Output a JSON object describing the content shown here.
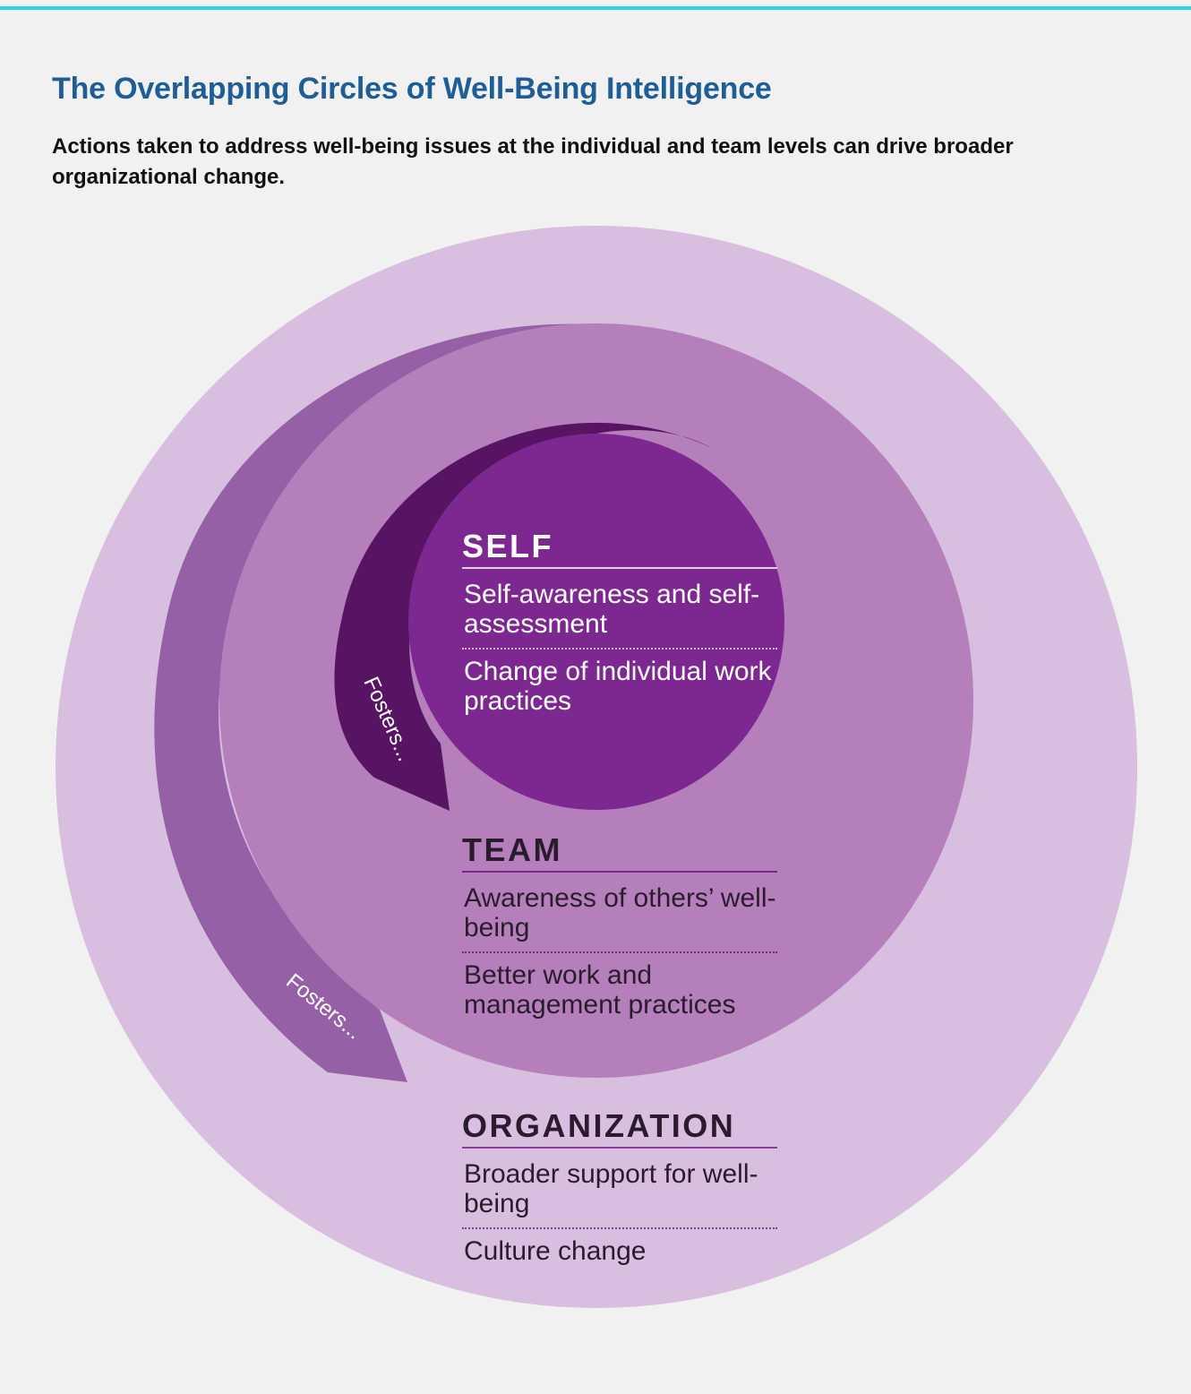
{
  "header": {
    "title": "The Overlapping Circles of Well-Being Intelligence",
    "subtitle": "Actions taken to address well-being issues at the individual and team levels can drive broader organizational change."
  },
  "colors": {
    "accent_rule": "#2bd3e6",
    "title": "#1f5d97",
    "organization_circle": "#d8bfdf",
    "team_circle": "#b57fbb",
    "team_arrow": "#9660a6",
    "self_circle": "#7d2890",
    "self_arrow": "#561463"
  },
  "arrows": {
    "inner_label": "Fosters...",
    "outer_label": "Fosters..."
  },
  "levels": {
    "self": {
      "heading": "SELF",
      "items": [
        "Self-awareness and self-assessment",
        "Change of individual work practices"
      ]
    },
    "team": {
      "heading": "TEAM",
      "items": [
        "Awareness of others’ well-being",
        "Better work and management practices"
      ]
    },
    "organization": {
      "heading": "ORGANIZATION",
      "items": [
        "Broader support for well-being",
        "Culture change"
      ]
    }
  }
}
